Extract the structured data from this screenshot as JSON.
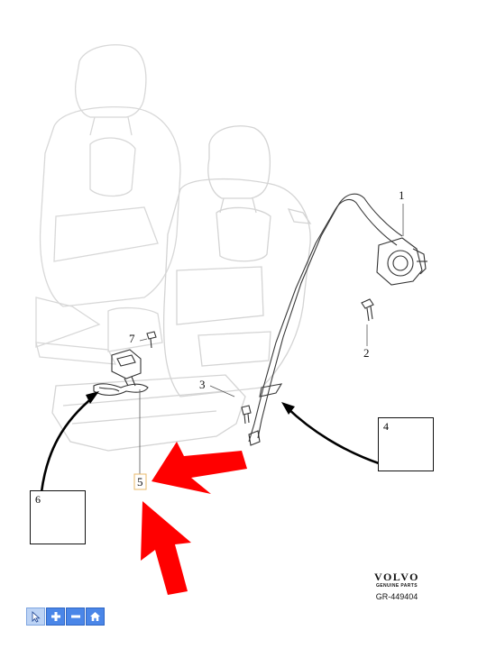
{
  "callouts": {
    "c1": "1",
    "c2": "2",
    "c3": "3",
    "c4": "4",
    "c5": "5",
    "c6": "6",
    "c7": "7"
  },
  "brand": {
    "logo": "VOLVO",
    "tagline": "GENUINE PARTS",
    "diagram_code": "GR-449404"
  },
  "toolbar": [
    {
      "icon": "pointer-icon"
    },
    {
      "icon": "zoom-in-icon"
    },
    {
      "icon": "zoom-out-icon"
    },
    {
      "icon": "home-icon"
    }
  ],
  "colors": {
    "arrow_red": "#ff0000",
    "seat_outline": "#d6d6d6",
    "part_outline": "#333333",
    "toolbar_blue": "#4a86e8",
    "callout_box": "#e8b86a"
  }
}
